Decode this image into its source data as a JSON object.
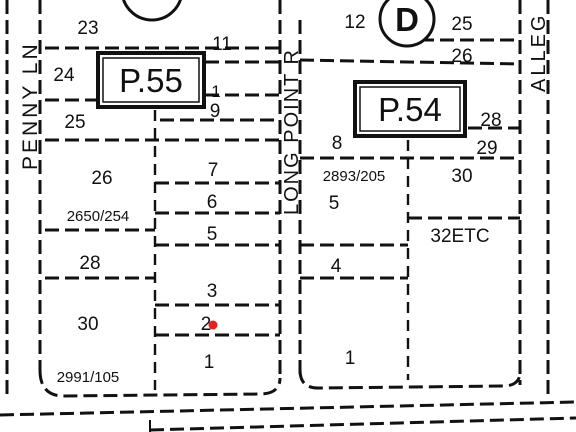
{
  "map": {
    "streets": {
      "penny": "PENNY LN",
      "long_point": "LONG POINT R",
      "alleg": "ALLEG"
    },
    "page_boxes": {
      "left": "P.55",
      "right": "P.54"
    },
    "grid_letter": "D",
    "blocks": {
      "left": {
        "lots": [
          "23",
          "24",
          "25",
          "26",
          "2650/254",
          "28",
          "30",
          "2991/105",
          "11",
          "1",
          "9",
          "7",
          "6",
          "5",
          "3",
          "2",
          "1"
        ]
      },
      "right": {
        "lots": [
          "12",
          "25",
          "26",
          "28",
          "29",
          "8",
          "2893/205",
          "30",
          "5",
          "32ETC",
          "4",
          "1"
        ]
      }
    },
    "marker_color": "#e8201e",
    "ink_color": "#111111"
  }
}
